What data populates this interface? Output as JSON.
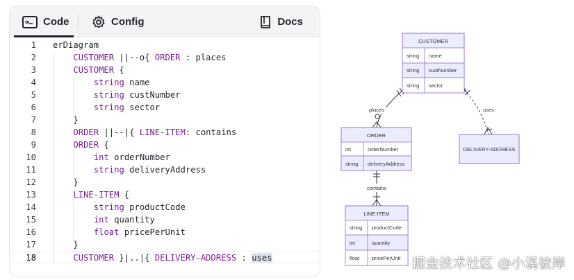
{
  "tabs": {
    "code": "Code",
    "config": "Config",
    "docs": "Docs"
  },
  "editor": {
    "active_line": 18,
    "lines": [
      {
        "n": "1",
        "indent": 0,
        "tokens": [
          [
            "plain",
            "erDiagram"
          ]
        ]
      },
      {
        "n": "2",
        "indent": 1,
        "tokens": [
          [
            "ent",
            "CUSTOMER"
          ],
          [
            "plain",
            " ||--o{ "
          ],
          [
            "ent",
            "ORDER"
          ],
          [
            "plain",
            " : places"
          ]
        ]
      },
      {
        "n": "3",
        "indent": 1,
        "tokens": [
          [
            "ent",
            "CUSTOMER"
          ],
          [
            "plain",
            " {"
          ]
        ]
      },
      {
        "n": "4",
        "indent": 2,
        "tokens": [
          [
            "ty",
            "string"
          ],
          [
            "plain",
            " name"
          ]
        ]
      },
      {
        "n": "5",
        "indent": 2,
        "tokens": [
          [
            "ty",
            "string"
          ],
          [
            "plain",
            " custNumber"
          ]
        ]
      },
      {
        "n": "6",
        "indent": 2,
        "tokens": [
          [
            "ty",
            "string"
          ],
          [
            "plain",
            " sector"
          ]
        ]
      },
      {
        "n": "7",
        "indent": 1,
        "tokens": [
          [
            "plain",
            "}"
          ]
        ]
      },
      {
        "n": "8",
        "indent": 1,
        "tokens": [
          [
            "ent",
            "ORDER"
          ],
          [
            "plain",
            " ||--|{ "
          ],
          [
            "ent",
            "LINE-ITEM"
          ],
          [
            "plain",
            ": contains"
          ]
        ]
      },
      {
        "n": "9",
        "indent": 1,
        "tokens": [
          [
            "ent",
            "ORDER"
          ],
          [
            "plain",
            " {"
          ]
        ]
      },
      {
        "n": "10",
        "indent": 2,
        "tokens": [
          [
            "ty",
            "int"
          ],
          [
            "plain",
            " orderNumber"
          ]
        ]
      },
      {
        "n": "11",
        "indent": 2,
        "tokens": [
          [
            "ty",
            "string"
          ],
          [
            "plain",
            " deliveryAddress"
          ]
        ]
      },
      {
        "n": "12",
        "indent": 1,
        "tokens": [
          [
            "plain",
            "}"
          ]
        ]
      },
      {
        "n": "13",
        "indent": 1,
        "tokens": [
          [
            "ent",
            "LINE-ITEM"
          ],
          [
            "plain",
            " {"
          ]
        ]
      },
      {
        "n": "14",
        "indent": 2,
        "tokens": [
          [
            "ty",
            "string"
          ],
          [
            "plain",
            " productCode"
          ]
        ]
      },
      {
        "n": "15",
        "indent": 2,
        "tokens": [
          [
            "ty",
            "int"
          ],
          [
            "plain",
            " quantity"
          ]
        ]
      },
      {
        "n": "16",
        "indent": 2,
        "tokens": [
          [
            "ty",
            "float"
          ],
          [
            "plain",
            " pricePerUnit"
          ]
        ]
      },
      {
        "n": "17",
        "indent": 1,
        "tokens": [
          [
            "plain",
            "}"
          ]
        ]
      },
      {
        "n": "18",
        "indent": 1,
        "tokens": [
          [
            "ent",
            "CUSTOMER"
          ],
          [
            "plain",
            " }|..|{ "
          ],
          [
            "ent",
            "DELIVERY-ADDRESS"
          ],
          [
            "plain",
            " : "
          ],
          [
            "hl",
            "uses"
          ]
        ]
      }
    ]
  },
  "diagram": {
    "colors": {
      "fill": "#ececff",
      "header": "#ececff",
      "stroke": "#9370db",
      "line": "#333333",
      "row_alt": "#ffffff"
    },
    "entities": {
      "customer": {
        "title": "CUSTOMER",
        "attrs": [
          [
            "string",
            "name"
          ],
          [
            "string",
            "custNumber"
          ],
          [
            "string",
            "sector"
          ]
        ]
      },
      "order": {
        "title": "ORDER",
        "attrs": [
          [
            "int",
            "orderNumber"
          ],
          [
            "string",
            "deliveryAddress"
          ]
        ]
      },
      "line_item": {
        "title": "LINE-ITEM",
        "attrs": [
          [
            "string",
            "productCode"
          ],
          [
            "int",
            "quantity"
          ],
          [
            "float",
            "pricePerUnit"
          ]
        ]
      },
      "delivery": {
        "title": "DELIVERY-ADDRESS",
        "attrs": []
      }
    },
    "relations": {
      "places": "places",
      "uses": "uses",
      "contains": "contains"
    }
  },
  "watermark": "掘金技术社区 @小溪彼岸"
}
